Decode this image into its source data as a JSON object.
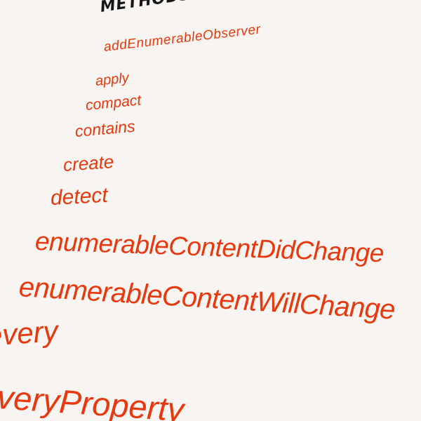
{
  "section_title": "METHODS",
  "methods": [
    "addEnumerableObserver",
    "apply",
    "compact",
    "contains",
    "create",
    "detect",
    "enumerableContentDidChange",
    "enumerableContentWillChange",
    "every",
    "everyProperty"
  ],
  "colors": {
    "background": "#f8f4f1",
    "heading": "#161616",
    "method_link": "#e8380e"
  }
}
